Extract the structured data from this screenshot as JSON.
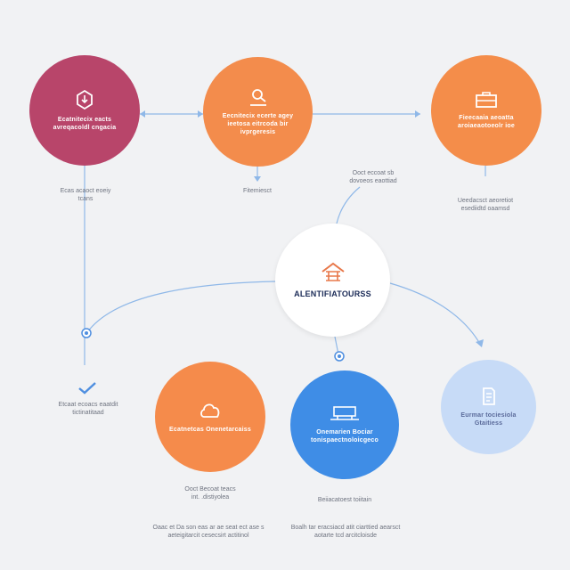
{
  "colors": {
    "background": "#f1f2f4",
    "node_1": "#b8456a",
    "node_2": "#f38c4c",
    "node_3": "#f48d4a",
    "node_4": "#ffffff",
    "node_5": "#f58b4b",
    "node_6": "#3f8de6",
    "node_7": "#c7dbf7",
    "connector": "#8fb8e8"
  },
  "nodes": [
    {
      "id": "node-1",
      "icon": "download-icon",
      "label": "Ecatnitecix eacts avreqacoldl cngacia"
    },
    {
      "id": "node-2",
      "icon": "person-icon",
      "label": "Eecnitecix ecerte agey ieetosa eitrcoda bir ivprgeresis"
    },
    {
      "id": "node-3",
      "icon": "briefcase-icon",
      "label": "Fieecaaia aeoatta aroiaeaotoeolr ioe"
    },
    {
      "id": "node-4",
      "icon": "home-icon",
      "label": "ALENTIFIATOURSS"
    },
    {
      "id": "node-5",
      "icon": "cloud-icon",
      "label": "Ecatnetcas Onenetarcaiss"
    },
    {
      "id": "node-6",
      "icon": "device-icon",
      "label": "Onemarien Bociar tonispaectnoloicgeco"
    },
    {
      "id": "node-7",
      "icon": "document-icon",
      "label": "Eurmar tociesiola Gtaitiess"
    }
  ],
  "captions": {
    "c1": "Ecas acaoct eoeiy tcans",
    "c2": "Fitemiesct",
    "c3": "Ooct eccoat sb dovoeos eaottiad",
    "c4": "Ueedacsct aeoretiot esediidtd oaamsd",
    "c5": "Etcaat ecoacs eaatdit tictinatitaad",
    "c6": "Ooct Becoat teacs int. .distiyolea",
    "c7": "Beiiacatoest toiitain",
    "c8": "Oaac et Da son eas ar ae seat ect ase s aeteigitarcit cesecsirt actitinol",
    "c9": "Boalh tar eracsiacd atit ciarttied aearsct aotarte tcd arcitcloisde"
  }
}
